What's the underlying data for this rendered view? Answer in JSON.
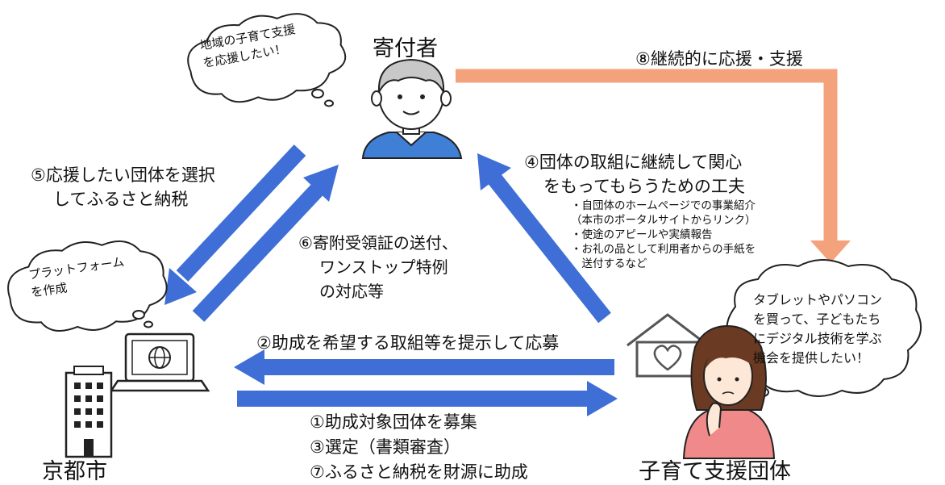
{
  "nodes": {
    "donor": "寄付者",
    "city": "京都市",
    "group": "子育て支援団体"
  },
  "bubbles": {
    "donor": [
      "地域の子育て支援",
      "を応援したい！"
    ],
    "platform": [
      "プラットフォーム",
      "を作成"
    ],
    "group": [
      "タブレットやパソコン",
      "を買って、子どもたち",
      "にデジタル技術を学ぶ",
      "機会を提供したい！"
    ]
  },
  "steps": {
    "s8": "⑧継続的に応援・支援",
    "s5": [
      "⑤応援したい団体を選択",
      "してふるさと納税"
    ],
    "s6": [
      "⑥寄附受領証の送付、",
      "ワンストップ特例",
      "の対応等"
    ],
    "s4": [
      "④団体の取組に継続して関心",
      "をもってもらうための工夫"
    ],
    "s4_items": [
      "・自団体のホームページでの事業紹介",
      "（本市のポータルサイトからリンク）",
      "・使途のアピールや実績報告",
      "・お礼の品として利用者からの手紙を",
      "　送付するなど"
    ],
    "s2": "②助成を希望する取組等を提示して応募",
    "s1": "①助成対象団体を募集",
    "s3": "③選定（書類審査）",
    "s7": "⑦ふるさと納税を財源に助成"
  },
  "colors": {
    "blue_arrow": "#3f6fd6",
    "orange_arrow": "#f4a27c",
    "donor_shirt": "#3f7fd6",
    "group_shirt": "#f08a8a"
  }
}
